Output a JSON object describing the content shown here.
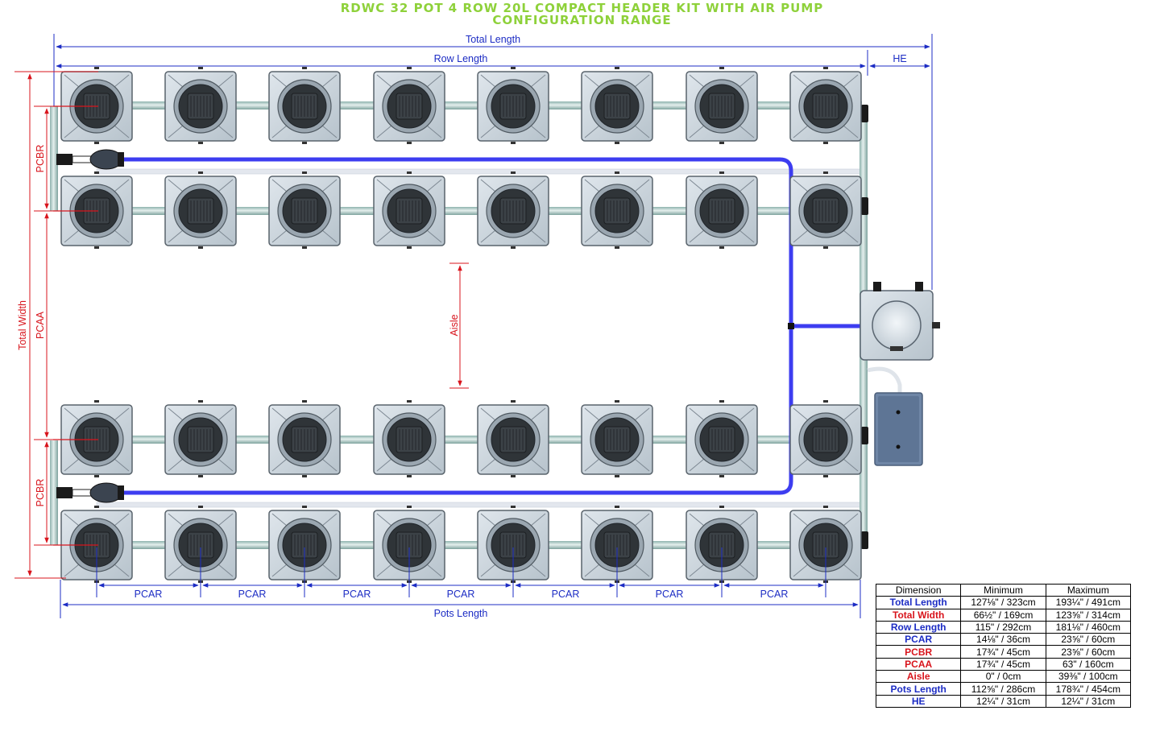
{
  "title": {
    "line1": "RDWC 32 POT 4 ROW 20L COMPACT HEADER KIT WITH AIR PUMP",
    "line2": "CONFIGURATION RANGE"
  },
  "labels": {
    "total_length": "Total Length",
    "row_length": "Row Length",
    "he": "HE",
    "total_width": "Total Width",
    "pcbr": "PCBR",
    "pcaa": "PCAA",
    "aisle": "Aisle",
    "pcar": "PCAR",
    "pots_length": "Pots Length"
  },
  "colors": {
    "title": "#8ed13a",
    "dimension_blue": "#1c2cc4",
    "dimension_red": "#d8141c",
    "air_line": "#3d3df0",
    "pipe": "#b9cfcb"
  },
  "table": {
    "headers": [
      "Dimension",
      "Minimum",
      "Maximum"
    ],
    "rows": [
      {
        "name": "Total Length",
        "min": "127⅛\" / 323cm",
        "max": "193¼\" / 491cm",
        "color": "#1c2cc4"
      },
      {
        "name": "Total Width",
        "min": "66½\" / 169cm",
        "max": "123⅝\" / 314cm",
        "color": "#d8141c"
      },
      {
        "name": "Row Length",
        "min": "115\" / 292cm",
        "max": "181⅛\" / 460cm",
        "color": "#1c2cc4"
      },
      {
        "name": "PCAR",
        "min": "14⅛\" / 36cm",
        "max": "23⅝\" / 60cm",
        "color": "#1c2cc4"
      },
      {
        "name": "PCBR",
        "min": "17¾\" / 45cm",
        "max": "23⅝\" / 60cm",
        "color": "#d8141c"
      },
      {
        "name": "PCAA",
        "min": "17¾\" / 45cm",
        "max": "63\" / 160cm",
        "color": "#d8141c"
      },
      {
        "name": "Aisle",
        "min": "0\" / 0cm",
        "max": "39⅜\" / 100cm",
        "color": "#d8141c"
      },
      {
        "name": "Pots Length",
        "min": "112⅝\" / 286cm",
        "max": "178¾\" / 454cm",
        "color": "#1c2cc4"
      },
      {
        "name": "HE",
        "min": "12¼\" / 31cm",
        "max": "12¼\" / 31cm",
        "color": "#1c2cc4"
      }
    ]
  }
}
